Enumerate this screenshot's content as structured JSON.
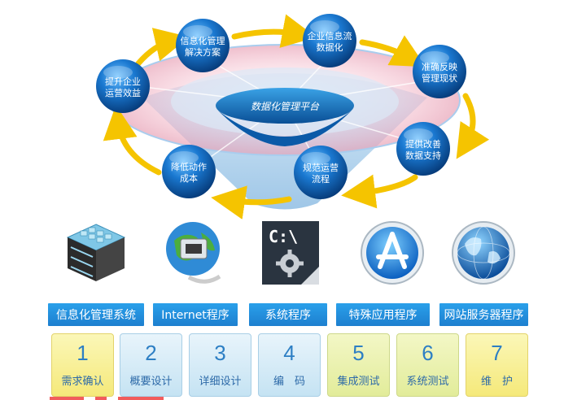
{
  "platform": {
    "label": "数据化管理平台"
  },
  "cycle": [
    {
      "id": "orb-top-left",
      "lines": [
        "信息化管理",
        "解决方案"
      ]
    },
    {
      "id": "orb-top-right",
      "lines": [
        "企业信息流",
        "数据化"
      ]
    },
    {
      "id": "orb-right-top",
      "lines": [
        "准确反映",
        "管理现状"
      ]
    },
    {
      "id": "orb-right-bottom",
      "lines": [
        "提供改善",
        "数据支持"
      ]
    },
    {
      "id": "orb-bottom-right",
      "lines": [
        "规范运营",
        "流程"
      ]
    },
    {
      "id": "orb-bottom-left",
      "lines": [
        "降低动作",
        "成本"
      ]
    },
    {
      "id": "orb-left",
      "lines": [
        "提升企业",
        "运营效益"
      ]
    }
  ],
  "icons": [
    {
      "name": "server-icon",
      "text": ""
    },
    {
      "name": "network-globe-icon",
      "text": ""
    },
    {
      "name": "command-prompt-icon",
      "text": "C:\\"
    },
    {
      "name": "app-store-icon",
      "text": ""
    },
    {
      "name": "world-globe-icon",
      "text": ""
    }
  ],
  "categories": [
    "信息化管理系统",
    "Internet程序",
    "系统程序",
    "特殊应用程序",
    "网站服务器程序"
  ],
  "steps": [
    {
      "num": "1",
      "label": "需求确认",
      "color": "yellow"
    },
    {
      "num": "2",
      "label": "概要设计",
      "color": "blue"
    },
    {
      "num": "3",
      "label": "详细设计",
      "color": "blue"
    },
    {
      "num": "4",
      "label": "编　码",
      "color": "blue"
    },
    {
      "num": "5",
      "label": "集成测试",
      "color": "green"
    },
    {
      "num": "6",
      "label": "系统测试",
      "color": "green"
    },
    {
      "num": "7",
      "label": "维　护",
      "color": "yellow"
    }
  ],
  "colors": {
    "accent": "#1d7fcf",
    "arrow": "#f5c400",
    "orb": "#0a5fb0"
  }
}
